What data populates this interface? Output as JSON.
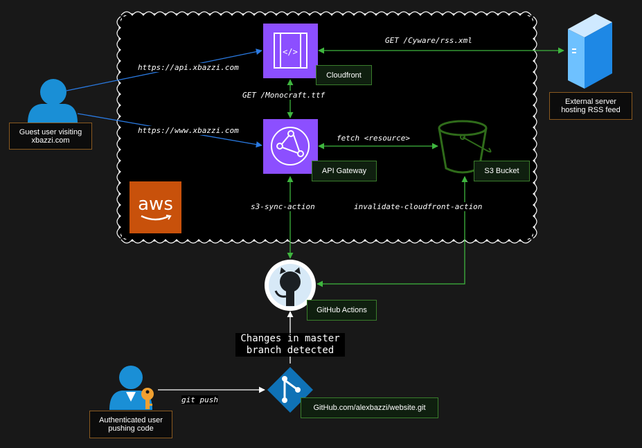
{
  "nodes": {
    "cloudfront": {
      "label": "Cloudfront"
    },
    "api_gateway": {
      "label": "API Gateway"
    },
    "s3_bucket": {
      "label": "S3 Bucket"
    },
    "github_actions": {
      "label": "GitHub Actions"
    },
    "github_repo": {
      "label": "GitHub.com/alexbazzi/website.git"
    },
    "external_server": {
      "label_line1": "External server",
      "label_line2": "hosting RSS feed"
    },
    "guest_user": {
      "label_line1": "Guest user visiting",
      "label_line2": "xbazzi.com"
    },
    "auth_user": {
      "label_line1": "Authenticated user",
      "label_line2": "pushing code"
    },
    "aws_logo": {
      "text": "aws"
    }
  },
  "edges": {
    "api_url": "https://api.xbazzi.com",
    "www_url": "https://www.xbazzi.com",
    "rss_get": "GET /Cyware/rss.xml",
    "font_get": "GET /Monocraft.ttf",
    "fetch": "fetch <resource>",
    "s3_sync": "s3-sync-action",
    "invalidate": "invalidate-cloudfront-action",
    "changes_line1": "Changes in master",
    "changes_line2": "branch detected",
    "git_push": "git push"
  },
  "colors": {
    "background": "#181818",
    "cloud_fill": "#000000",
    "purple": "#8c4fff",
    "green_arrow": "#3fb63f",
    "blue_arrow": "#2a7ae2",
    "user_blue": "#1a8fd6",
    "aws_orange": "#c8510b",
    "s3_green": "#2f6b1a",
    "git_blue": "#0f72b6"
  }
}
